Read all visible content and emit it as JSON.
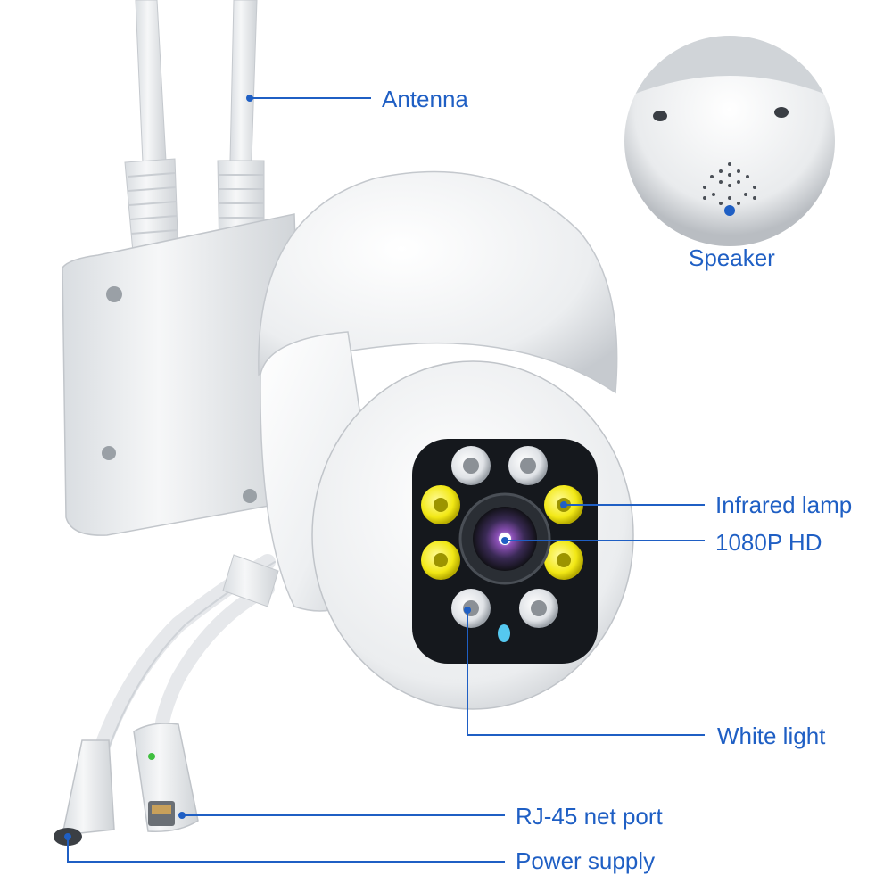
{
  "colors": {
    "label": "#1f5fc4",
    "leader_line": "#1f5fc4",
    "camera_body": "#f2f4f6",
    "infrared_led": "#f5ec1a",
    "lens_face": "#15181d"
  },
  "labels": {
    "antenna": "Antenna",
    "speaker": "Speaker",
    "infrared_lamp": "Infrared lamp",
    "hd": "1080P HD",
    "white_light": "White light",
    "rj45": "RJ-45 net port",
    "power": "Power supply"
  },
  "icons": {
    "camera": "ptz-dome-camera-illustration",
    "speaker_inset": "speaker-grille-inset"
  }
}
